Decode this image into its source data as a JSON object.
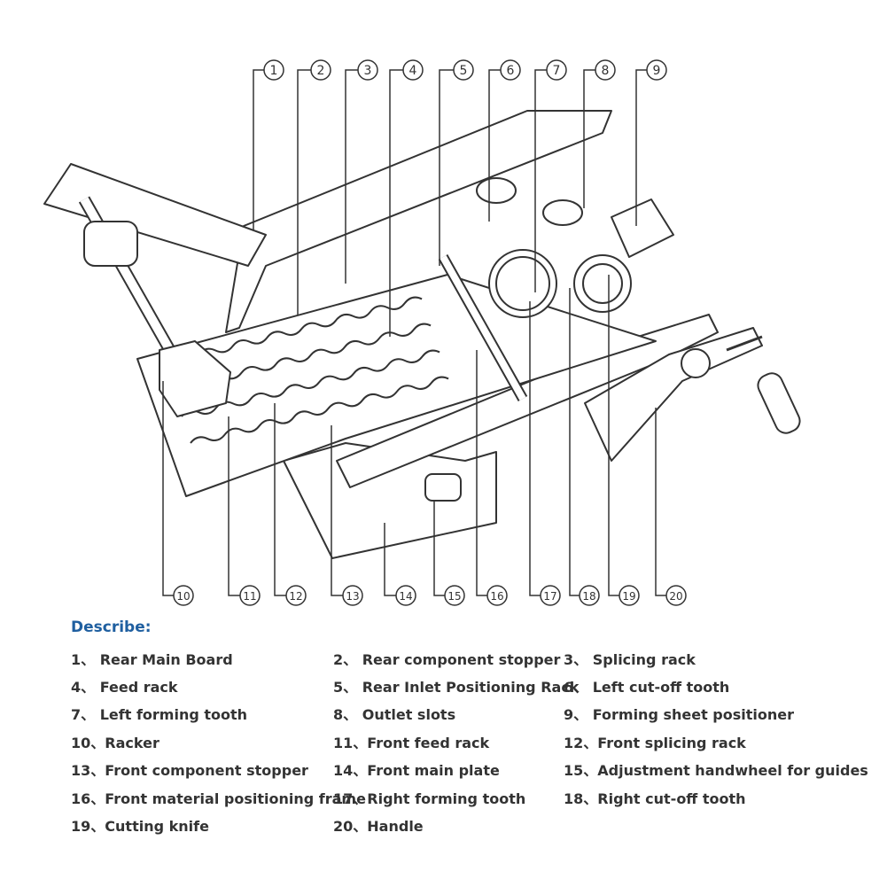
{
  "heading": "Describe:",
  "separator": "、",
  "parts": [
    {
      "num": "1",
      "label": "Rear Main Board"
    },
    {
      "num": "2",
      "label": "Rear component stopper"
    },
    {
      "num": "3",
      "label": "Splicing rack"
    },
    {
      "num": "4",
      "label": "Feed rack"
    },
    {
      "num": "5",
      "label": "Rear Inlet Positioning Rack"
    },
    {
      "num": "6",
      "label": "Left cut-off tooth"
    },
    {
      "num": "7",
      "label": "Left forming tooth"
    },
    {
      "num": "8",
      "label": "Outlet slots"
    },
    {
      "num": "9",
      "label": "Forming sheet positioner"
    },
    {
      "num": "10",
      "label": "Racker"
    },
    {
      "num": "11",
      "label": "Front feed rack"
    },
    {
      "num": "12",
      "label": "Front splicing rack"
    },
    {
      "num": "13",
      "label": "Front component stopper"
    },
    {
      "num": "14",
      "label": "Front main plate"
    },
    {
      "num": "15",
      "label": "Adjustment handwheel for guides"
    },
    {
      "num": "16",
      "label": "Front material positioning frame"
    },
    {
      "num": "17",
      "label": "Right forming tooth"
    },
    {
      "num": "18",
      "label": "Right cut-off tooth"
    },
    {
      "num": "19",
      "label": "Cutting knife"
    },
    {
      "num": "20",
      "label": "Handle"
    }
  ]
}
